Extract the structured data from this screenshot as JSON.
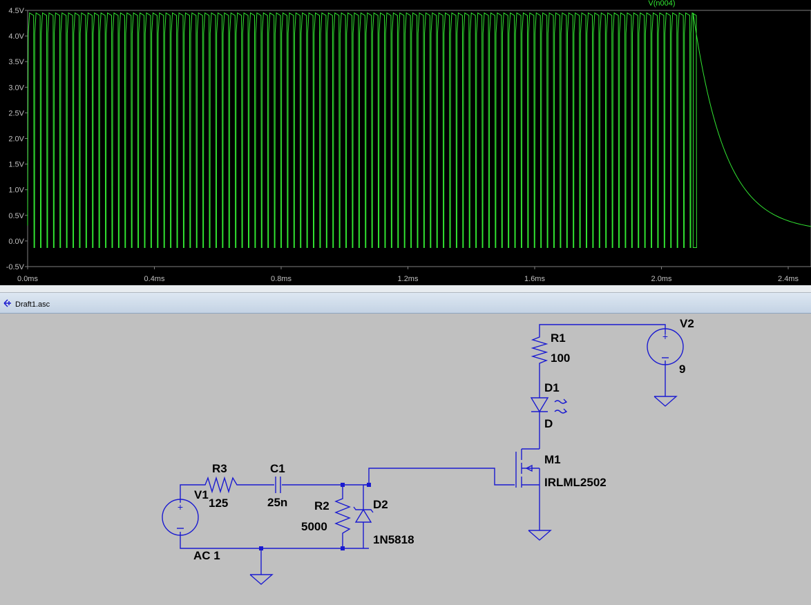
{
  "waveform": {
    "trace_name": "V(n004)",
    "trace_color": "#32e632",
    "background": "#000000",
    "y_ticks": [
      "4.5V",
      "4.0V",
      "3.5V",
      "3.0V",
      "2.5V",
      "2.0V",
      "1.5V",
      "1.0V",
      "0.5V",
      "0.0V",
      "-0.5V"
    ],
    "x_ticks": [
      "0.0ms",
      "0.4ms",
      "0.8ms",
      "1.2ms",
      "1.6ms",
      "2.0ms",
      "2.4ms"
    ],
    "ylim": [
      -0.5,
      4.5
    ],
    "xlim": [
      0.0,
      2.4
    ],
    "pulse_period_ms": 0.02,
    "pulse_high_v": 4.45,
    "pulse_low_v": -0.13,
    "pulse_end_ms": 2.1,
    "decay_end_v": 0.18
  },
  "tab": {
    "label": "Draft1.asc"
  },
  "schematic": {
    "components": {
      "V2": {
        "name": "V2",
        "value": "9"
      },
      "R1": {
        "name": "R1",
        "value": "100"
      },
      "D1": {
        "name": "D1",
        "value": "D"
      },
      "M1": {
        "name": "M1",
        "value": "IRLML2502"
      },
      "R3": {
        "name": "R3",
        "value": "125"
      },
      "C1": {
        "name": "C1",
        "value": "25n"
      },
      "V1": {
        "name": "V1",
        "value": "AC 1"
      },
      "R2": {
        "name": "R2",
        "value": "5000"
      },
      "D2": {
        "name": "D2",
        "value": "1N5818"
      }
    },
    "wire_color": "#1a1ad0"
  }
}
